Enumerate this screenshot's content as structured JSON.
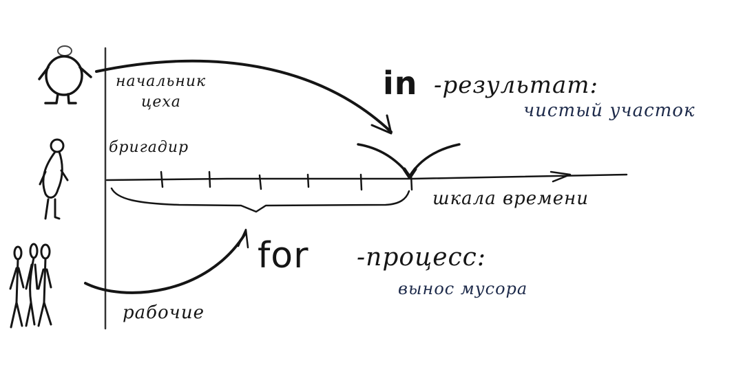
{
  "diagram": {
    "roles": {
      "boss": {
        "line1": "начальник",
        "line2": "цеха"
      },
      "foreman": {
        "label": "бригадир"
      },
      "workers": {
        "label": "рабочие"
      }
    },
    "result": {
      "keyword": "in",
      "title": "-результат:",
      "subtitle": "чистый участок"
    },
    "process": {
      "keyword": "for",
      "title": "-процесс:",
      "subtitle": "вынос мусора"
    },
    "timeline": {
      "label": "шкала времени",
      "tick_count": 6
    },
    "colors": {
      "ink": "#151515",
      "blue_ink": "#1d2a4a",
      "background": "#ffffff"
    }
  }
}
